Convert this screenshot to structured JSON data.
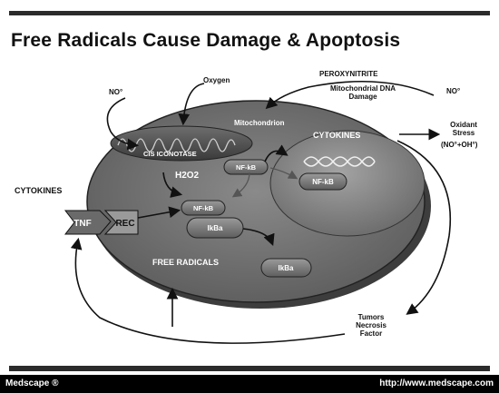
{
  "title": "Free Radicals Cause Damage & Apoptosis",
  "labels": {
    "oxygen": "Oxygen",
    "no_left": "NO°",
    "no_right": "NO°",
    "peroxynitrite": "PEROXYNITRITE",
    "mito_dna_damage": "Mitochondrial DNA Damage",
    "mitochondrion": "Mitochondrion",
    "cis_aconitase": "CIS ICONOTASE",
    "h2o2": "H2O2",
    "cytokines_right": "CYTOKINES",
    "oxidant_stress": "Oxidant Stress",
    "oxidant_formula": "(NO°+OH°)",
    "cytokines_left": "CYTOKINES",
    "tnf": "TNF",
    "rec": "REC",
    "nfkb_upper": "NF-kB",
    "nfkb_nucleus": "NF-kB",
    "nfkb_lower": "NF-kB",
    "ikba_lower": "IkBa",
    "ikba_free": "IkBa",
    "free_radicals": "FREE RADICALS",
    "tnf_factor": "Tumors Necrosis Factor"
  },
  "footer": {
    "brand": "Medscape ®",
    "url": "http://www.medscape.com"
  }
}
